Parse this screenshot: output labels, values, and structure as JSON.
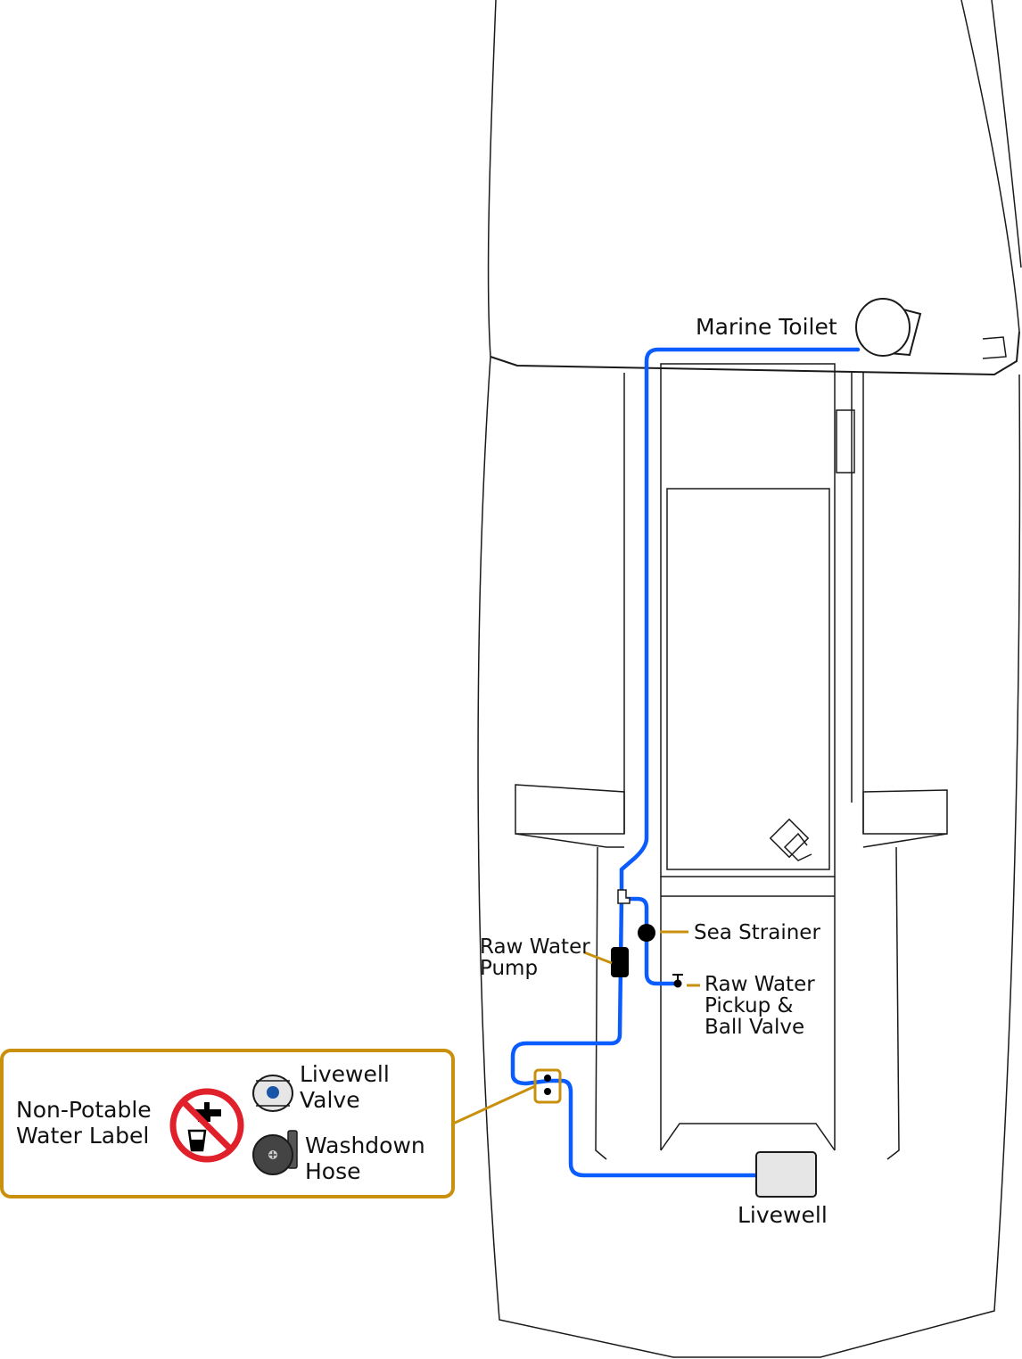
{
  "labels": {
    "marine_toilet": "Marine Toilet",
    "sea_strainer": "Sea Strainer",
    "raw_water_pump": [
      "Raw Water",
      "Pump"
    ],
    "raw_water_pickup": [
      "Raw Water",
      "Pickup &",
      "Ball Valve"
    ],
    "livewell": "Livewell"
  },
  "legend": {
    "non_potable": [
      "Non-Potable",
      "Water Label"
    ],
    "livewell_valve": [
      "Livewell",
      "Valve"
    ],
    "washdown_hose": [
      "Washdown",
      "Hose"
    ]
  },
  "colors": {
    "pipe": "#0a5cff",
    "callout": "#c8900c",
    "line": "#1a1a1a",
    "no_sign": "#e0202a",
    "valve_dot": "#1a56a8"
  }
}
